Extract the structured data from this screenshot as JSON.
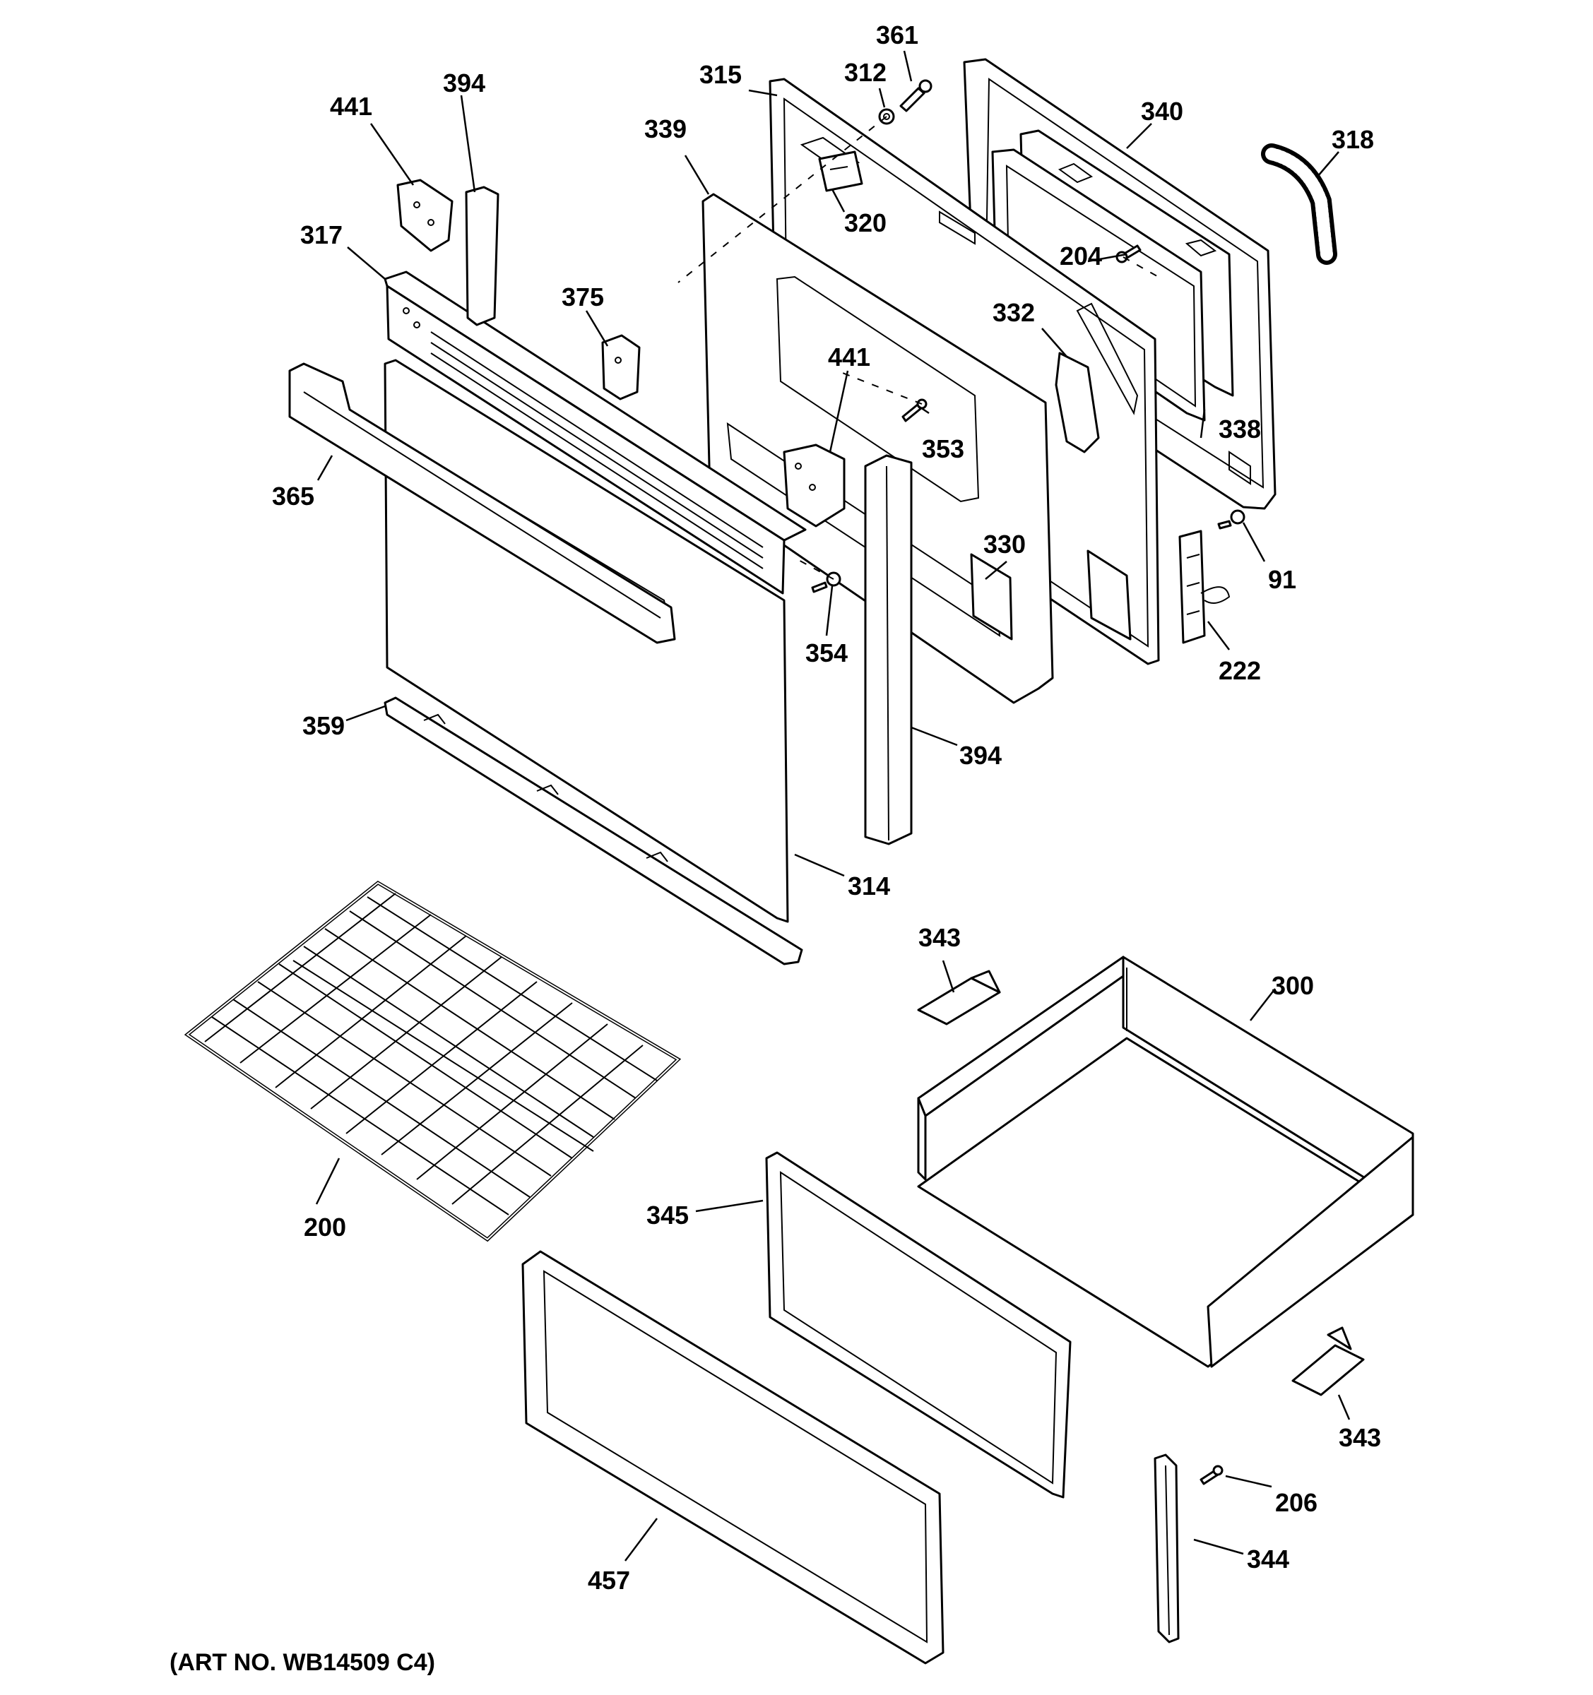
{
  "diagram": {
    "caption": "(ART NO. WB14509 C4)",
    "labels": {
      "p361": "361",
      "p312": "312",
      "p315": "315",
      "p340": "340",
      "p318": "318",
      "p441a": "441",
      "p394a": "394",
      "p339": "339",
      "p320": "320",
      "p204": "204",
      "p317": "317",
      "p375": "375",
      "p332": "332",
      "p441b": "441",
      "p353": "353",
      "p338": "338",
      "p365": "365",
      "p91": "91",
      "p330": "330",
      "p354": "354",
      "p222": "222",
      "p359": "359",
      "p394b": "394",
      "p314": "314",
      "p343a": "343",
      "p300": "300",
      "p345": "345",
      "p200": "200",
      "p343b": "343",
      "p206": "206",
      "p344": "344",
      "p457": "457"
    }
  }
}
